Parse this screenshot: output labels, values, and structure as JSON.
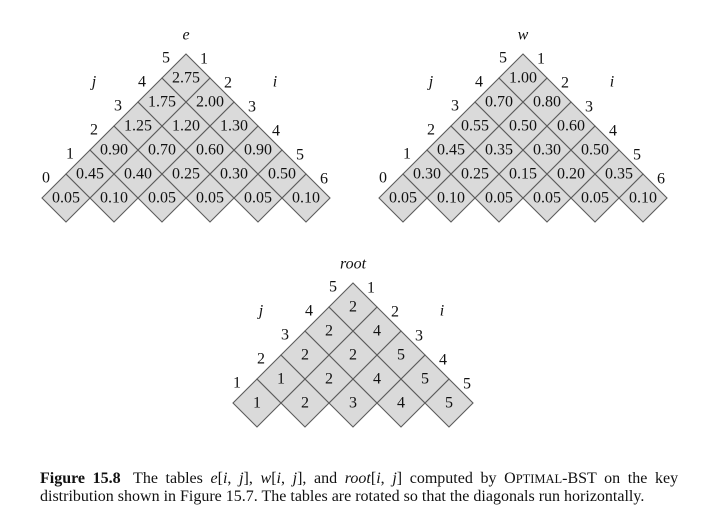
{
  "figure": {
    "style": {
      "cell_fill": "#dadada",
      "cell_stroke": "#5c5c5c",
      "text_color": "#111111",
      "background": "#ffffff"
    },
    "tables": [
      {
        "key": "e",
        "title": "e",
        "j_axis_label": "j",
        "i_axis_label": "i",
        "j_labels": [
          "0",
          "1",
          "2",
          "3",
          "4",
          "5"
        ],
        "i_labels": [
          "1",
          "2",
          "3",
          "4",
          "5",
          "6"
        ],
        "rows": [
          [
            "0.05",
            "0.10",
            "0.05",
            "0.05",
            "0.05",
            "0.10"
          ],
          [
            "0.45",
            "0.40",
            "0.25",
            "0.30",
            "0.50"
          ],
          [
            "0.90",
            "0.70",
            "0.60",
            "0.90"
          ],
          [
            "1.25",
            "1.20",
            "1.30"
          ],
          [
            "1.75",
            "2.00"
          ],
          [
            "2.75"
          ]
        ]
      },
      {
        "key": "w",
        "title": "w",
        "j_axis_label": "j",
        "i_axis_label": "i",
        "j_labels": [
          "0",
          "1",
          "2",
          "3",
          "4",
          "5"
        ],
        "i_labels": [
          "1",
          "2",
          "3",
          "4",
          "5",
          "6"
        ],
        "rows": [
          [
            "0.05",
            "0.10",
            "0.05",
            "0.05",
            "0.05",
            "0.10"
          ],
          [
            "0.30",
            "0.25",
            "0.15",
            "0.20",
            "0.35"
          ],
          [
            "0.45",
            "0.35",
            "0.30",
            "0.50"
          ],
          [
            "0.55",
            "0.50",
            "0.60"
          ],
          [
            "0.70",
            "0.80"
          ],
          [
            "1.00"
          ]
        ]
      },
      {
        "key": "root",
        "title": "root",
        "j_axis_label": "j",
        "i_axis_label": "i",
        "j_labels": [
          "1",
          "2",
          "3",
          "4",
          "5"
        ],
        "i_labels": [
          "1",
          "2",
          "3",
          "4",
          "5"
        ],
        "rows": [
          [
            "1",
            "2",
            "3",
            "4",
            "5"
          ],
          [
            "1",
            "2",
            "4",
            "5"
          ],
          [
            "2",
            "2",
            "5"
          ],
          [
            "2",
            "4"
          ],
          [
            "2"
          ]
        ]
      }
    ],
    "caption": {
      "line1": [
        {
          "text": "Figure 15.8",
          "style": "bold"
        },
        {
          "text": " The tables ",
          "style": ""
        },
        {
          "text": "e",
          "style": "italic"
        },
        {
          "text": "[",
          "style": ""
        },
        {
          "text": "i",
          "style": "italic"
        },
        {
          "text": ", ",
          "style": ""
        },
        {
          "text": "j",
          "style": "italic"
        },
        {
          "text": "], ",
          "style": ""
        },
        {
          "text": "w",
          "style": "italic"
        },
        {
          "text": "[",
          "style": ""
        },
        {
          "text": "i",
          "style": "italic"
        },
        {
          "text": ", ",
          "style": ""
        },
        {
          "text": "j",
          "style": "italic"
        },
        {
          "text": "], and ",
          "style": ""
        },
        {
          "text": "root",
          "style": "italic"
        },
        {
          "text": "[",
          "style": ""
        },
        {
          "text": "i",
          "style": "italic"
        },
        {
          "text": ", ",
          "style": ""
        },
        {
          "text": "j",
          "style": "italic"
        },
        {
          "text": "] computed by O",
          "style": ""
        },
        {
          "text": "PTIMAL",
          "style": "smallcaps"
        },
        {
          "text": "-BST on the key",
          "style": ""
        }
      ],
      "line2": [
        {
          "text": "distribution shown in Figure 15.7. The tables are rotated so that the diagonals run horizontally.",
          "style": ""
        }
      ]
    }
  }
}
